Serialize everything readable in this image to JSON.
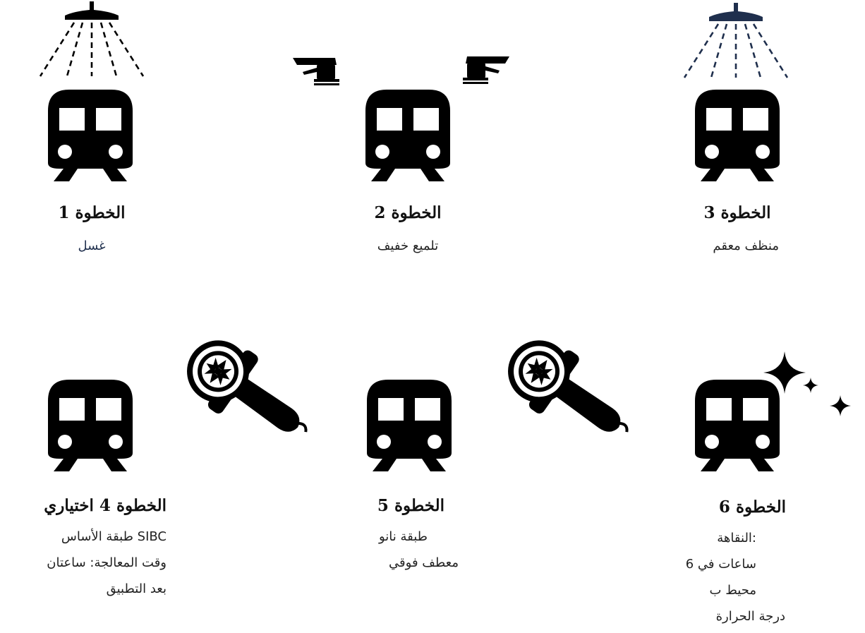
{
  "steps": [
    {
      "title": "الخطوة 1",
      "lines": [
        "غسل"
      ]
    },
    {
      "title": "الخطوة 2",
      "lines": [
        "تلميع خفيف"
      ]
    },
    {
      "title": "الخطوة 3",
      "lines": [
        "منظف معقم"
      ]
    },
    {
      "title": "الخطوة 4 اختياري",
      "lines": [
        "SIBC طبقة الأساس",
        "وقت المعالجة: ساعتان",
        "بعد التطبيق"
      ]
    },
    {
      "title": "الخطوة 5",
      "lines": [
        "طبقة نانو",
        "معطف فوقي"
      ]
    },
    {
      "title": "الخطوة 6",
      "lines": [
        ":النقاهة",
        "ساعات في 6",
        "محيط ب",
        "درجة الحرارة"
      ]
    }
  ],
  "icons": {
    "train": "train-icon",
    "shower": "shower-icon",
    "polisher": "orbital-polisher-icon",
    "buffer": "rotary-buffer-icon",
    "sparkle": "sparkle-icon"
  },
  "colors": {
    "ink": "#000000",
    "navy": "#1f2f4d",
    "text": "#111111"
  }
}
